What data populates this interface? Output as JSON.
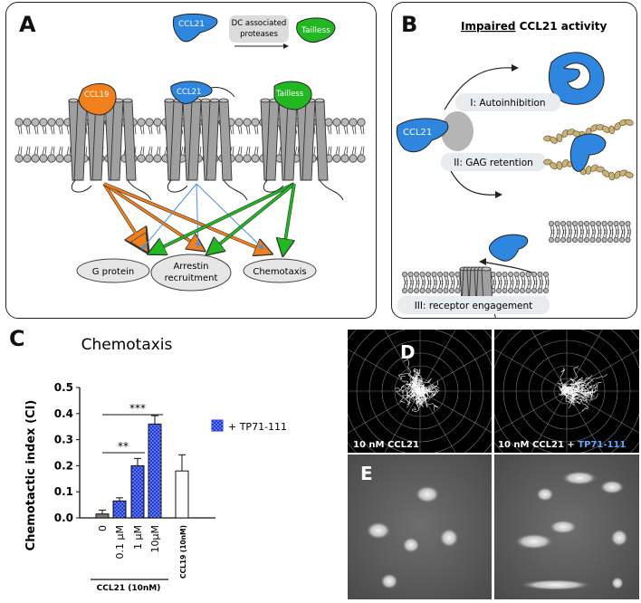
{
  "panel_a": {
    "label": "A",
    "ligand_ccl21": "CCL21",
    "process_line1": "DC associated",
    "process_line2": "proteases",
    "ligand_tailless": "Tailless",
    "receptor_ccl19": "CCL19",
    "receptor_ccl21": "CCL21",
    "receptor_tailless": "Tailless",
    "outcome_g_protein": "G protein",
    "outcome_arrestin_1": "Arrestin",
    "outcome_arrestin_2": "recruitment",
    "outcome_chemotaxis": "Chemotaxis",
    "colors": {
      "ccl19": "#f07f1c",
      "ccl21": "#2e86de",
      "tailless": "#22b822",
      "receptor": "#9a9a9a"
    }
  },
  "panel_b": {
    "label": "B",
    "title_underlined": "Impaired",
    "title_rest": " CCL21 activity",
    "ligand": "CCL21",
    "mech_1": "I: Autoinhibition",
    "mech_2": "II: GAG retention",
    "mech_3": "III: receptor engagement"
  },
  "panel_c": {
    "label": "C",
    "legend_label": "+ TP71-111",
    "sig_top": "***",
    "sig_bottom": "**",
    "group_label": "CCL21 (10nM)",
    "chart_data": {
      "type": "bar",
      "title": "Chemotaxis",
      "ylabel": "Chemotactic index (CI)",
      "ylim": [
        0,
        0.5
      ],
      "yticks": [
        "0.0",
        "0.1",
        "0.2",
        "0.3",
        "0.4",
        "0.5"
      ],
      "categories": [
        "0",
        "0.1 µM",
        "1 µM",
        "10µM",
        "CCL19 (10nM)"
      ],
      "values": [
        0.015,
        0.065,
        0.2,
        0.36,
        0.18
      ],
      "errors": [
        0.015,
        0.012,
        0.028,
        0.032,
        0.062
      ],
      "bar_colors": [
        "#777777",
        "#1f3ad6",
        "#1f3ad6",
        "#1f3ad6",
        "#ffffff"
      ],
      "legend": [
        {
          "name": "+ TP71-111",
          "color": "#1f3ad6"
        }
      ],
      "significance": [
        {
          "from": "0",
          "to": "10µM",
          "label": "***"
        },
        {
          "from": "0",
          "to": "1 µM",
          "label": "**"
        }
      ]
    }
  },
  "panel_d": {
    "label": "D",
    "left_caption": "10 nM CCL21",
    "right_caption_prefix": "10 nM CCL21 + ",
    "right_caption_highlight": "TP71-111",
    "highlight_color": "#5aa9ff"
  },
  "panel_e": {
    "label": "E"
  }
}
